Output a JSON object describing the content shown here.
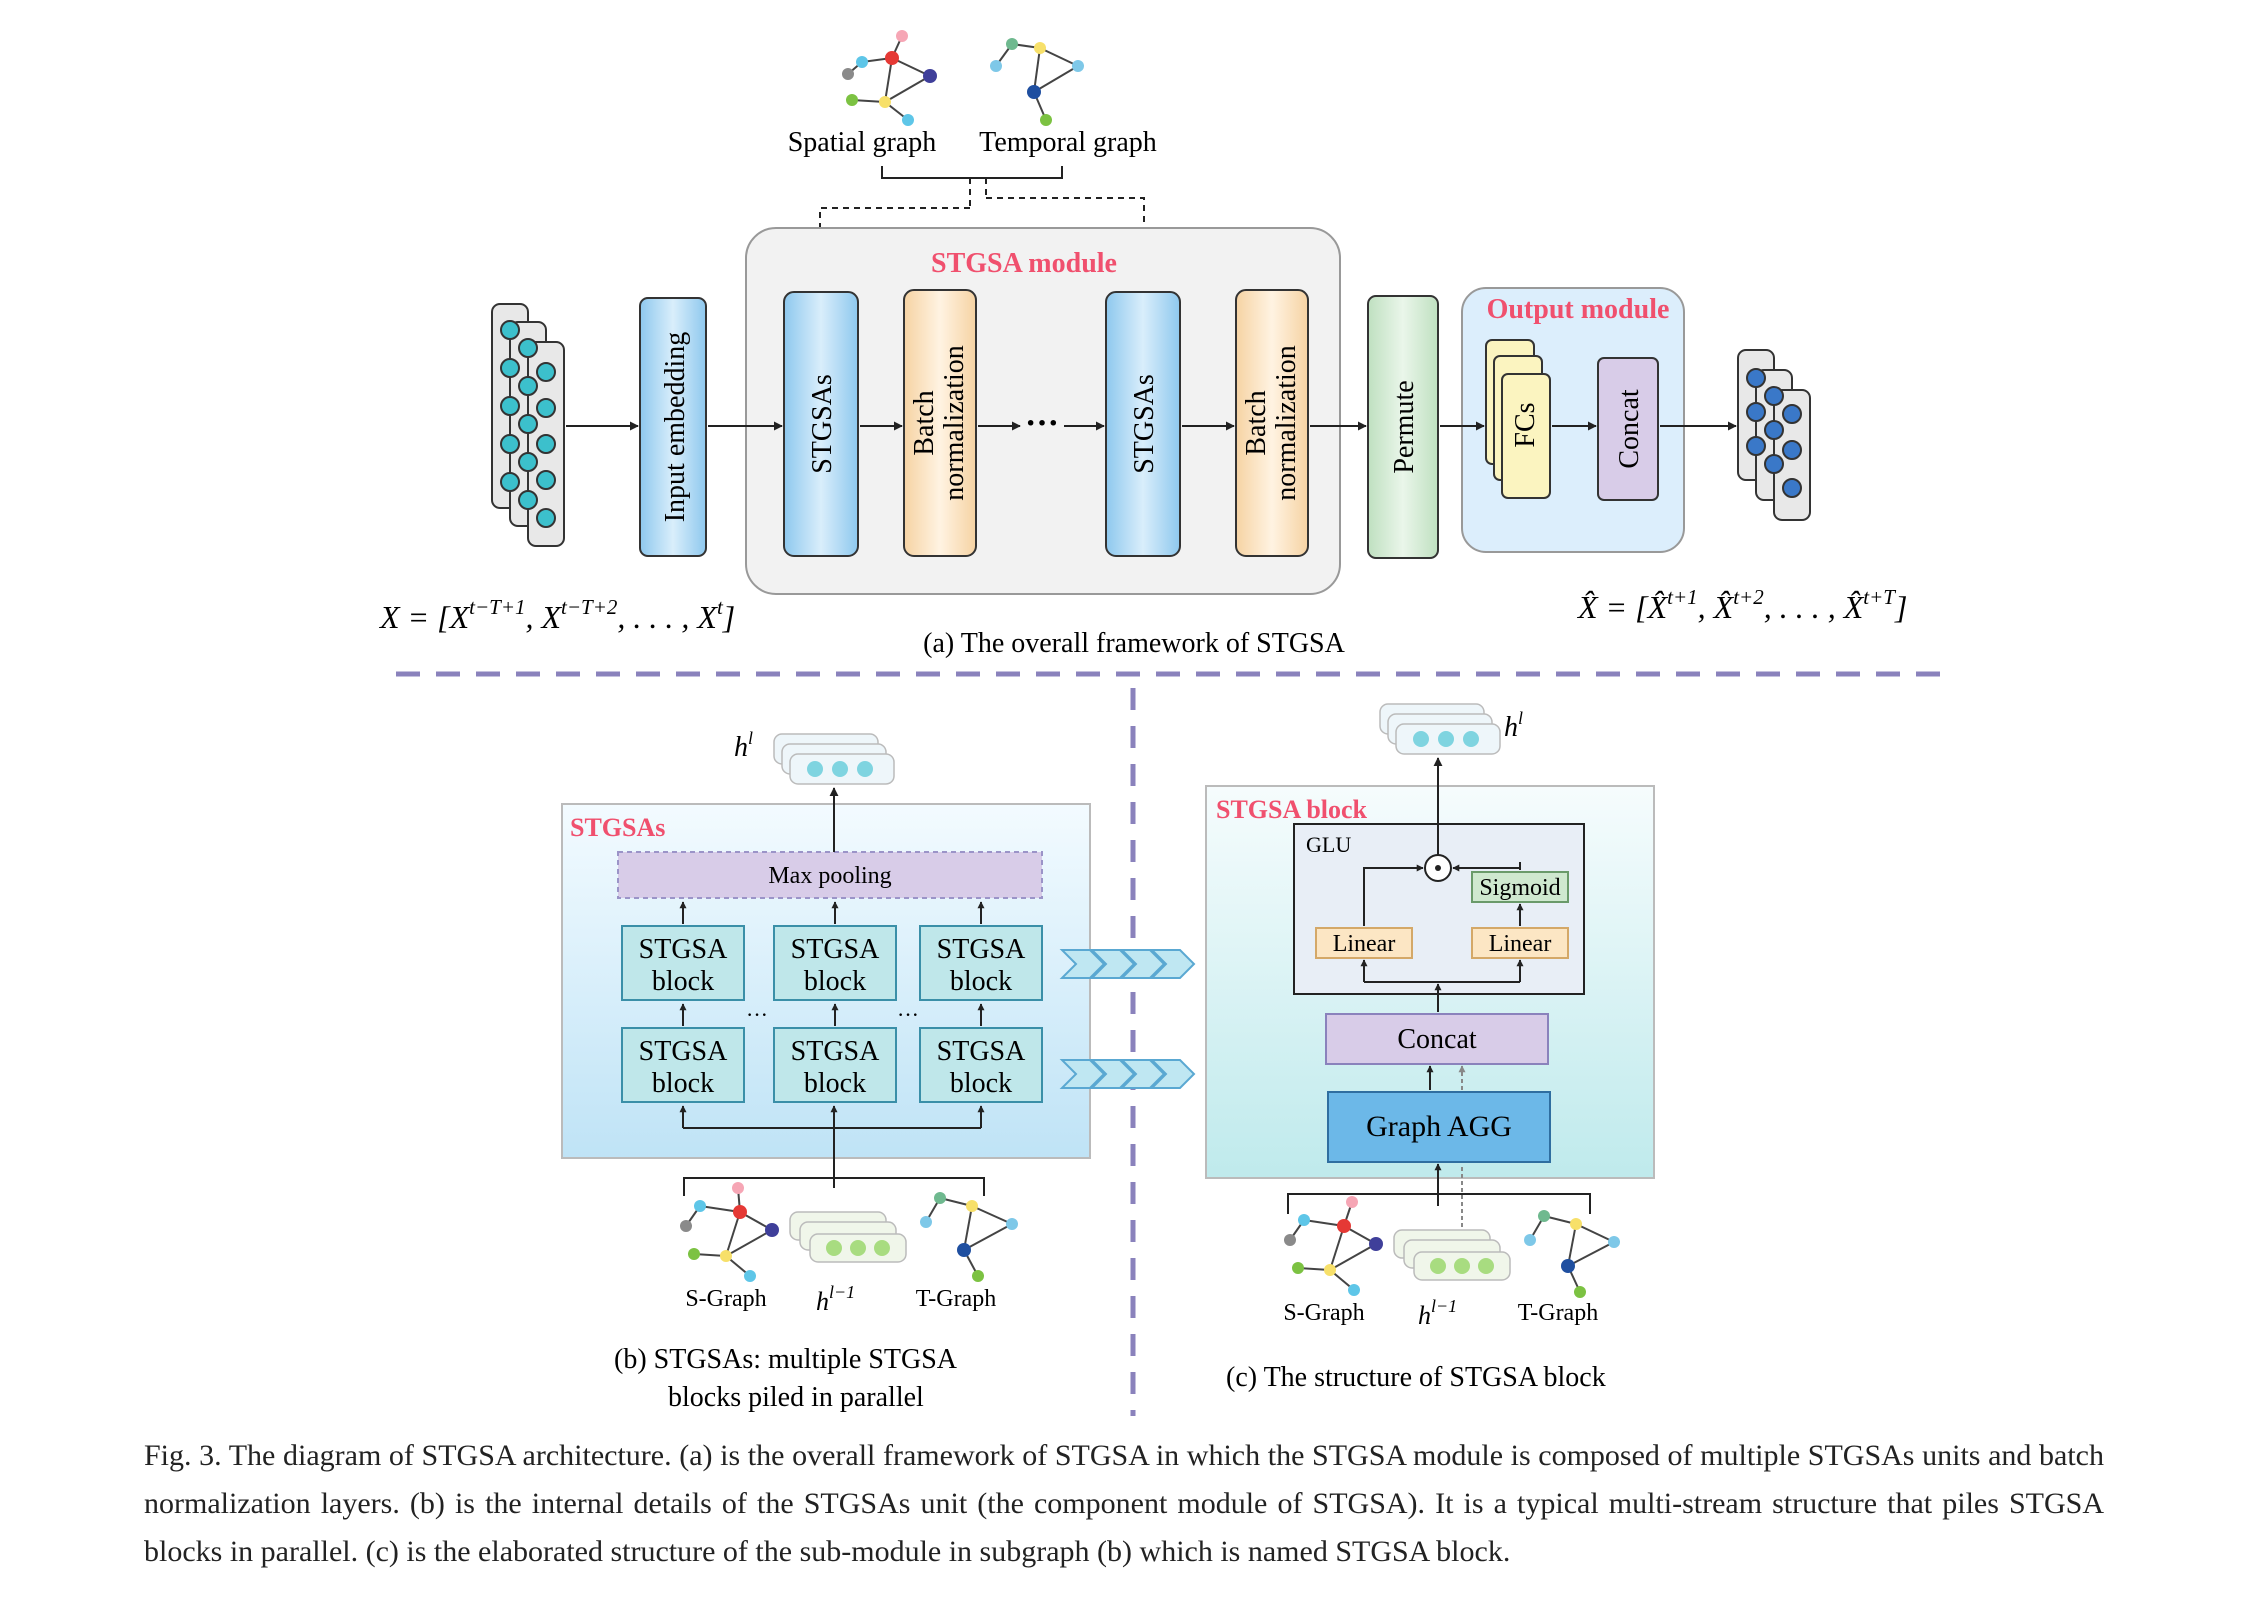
{
  "panel_a": {
    "graph_labels": {
      "spatial": "Spatial graph",
      "temporal": "Temporal graph"
    },
    "module_title": "STGSA module",
    "blocks": {
      "input_embedding": "Input embedding",
      "stgsas_1": "STGSAs",
      "batchnorm_1": [
        "Batch",
        "normalization"
      ],
      "ellipsis": "···",
      "stgsas_2": "STGSAs",
      "batchnorm_2": [
        "Batch",
        "normalization"
      ],
      "permute": "Permute"
    },
    "output_module": {
      "title": "Output module",
      "fcs": "FCs",
      "concat": "Concat"
    },
    "input_formula": {
      "lhs": "X = [",
      "x1": "X",
      "s1": "t−T+1",
      "x2": "X",
      "s2": "t−T+2",
      "mid": ", . . . , ",
      "x3": "X",
      "s3": "t",
      "end": "]"
    },
    "output_formula": {
      "lhs": " = [",
      "x1": "X̂",
      "s1": "t+1",
      "x2": "X̂",
      "s2": "t+2",
      "mid": ", . . . , ",
      "x3": "X̂",
      "s3": "t+T",
      "end": "]",
      "head": "X̂"
    },
    "caption": "(a)  The overall framework of STGSA"
  },
  "panel_b": {
    "title": "STGSAs",
    "output_label": {
      "h": "h",
      "sup": "l"
    },
    "max_pooling": "Max pooling",
    "block_line1": "STGSA",
    "block_line2": "block",
    "dots": "···",
    "inputs": {
      "s_graph": "S-Graph",
      "h": "h",
      "h_sup": "l−1",
      "t_graph": "T-Graph"
    },
    "caption_line1": "(b)  STGSAs: multiple STGSA",
    "caption_line2": "blocks piled in parallel"
  },
  "panel_c": {
    "title": "STGSA block",
    "output_label": {
      "h": "h",
      "sup": "l"
    },
    "glu": "GLU",
    "sigmoid": "Sigmoid",
    "linear_left": "Linear",
    "linear_right": "Linear",
    "concat": "Concat",
    "graph_agg": "Graph AGG",
    "inputs": {
      "s_graph": "S-Graph",
      "h": "h",
      "h_sup": "l−1",
      "t_graph": "T-Graph"
    },
    "caption": "(c)  The structure of STGSA block"
  },
  "figure_caption": "Fig. 3.     The diagram of STGSA architecture. (a) is the overall framework of STGSA in which the STGSA module is composed of multiple STGSAs units and batch normalization layers. (b) is the internal details of the STGSAs unit (the component module of STGSA). It is a typical multi-stream structure that piles STGSA blocks in parallel. (c) is the elaborated structure of the sub-module in subgraph (b) which is named STGSA block.",
  "colors": {
    "accent_red": "#f0506e",
    "blue_block": "#b8dcf4",
    "peach_block": "#fde8c8",
    "green_block": "#d4ecd4",
    "lavender": "#d8cce8",
    "graph_agg": "#6cb8e8",
    "teal_node": "#3cc0cc",
    "dashed_purple": "#8a82bc"
  }
}
